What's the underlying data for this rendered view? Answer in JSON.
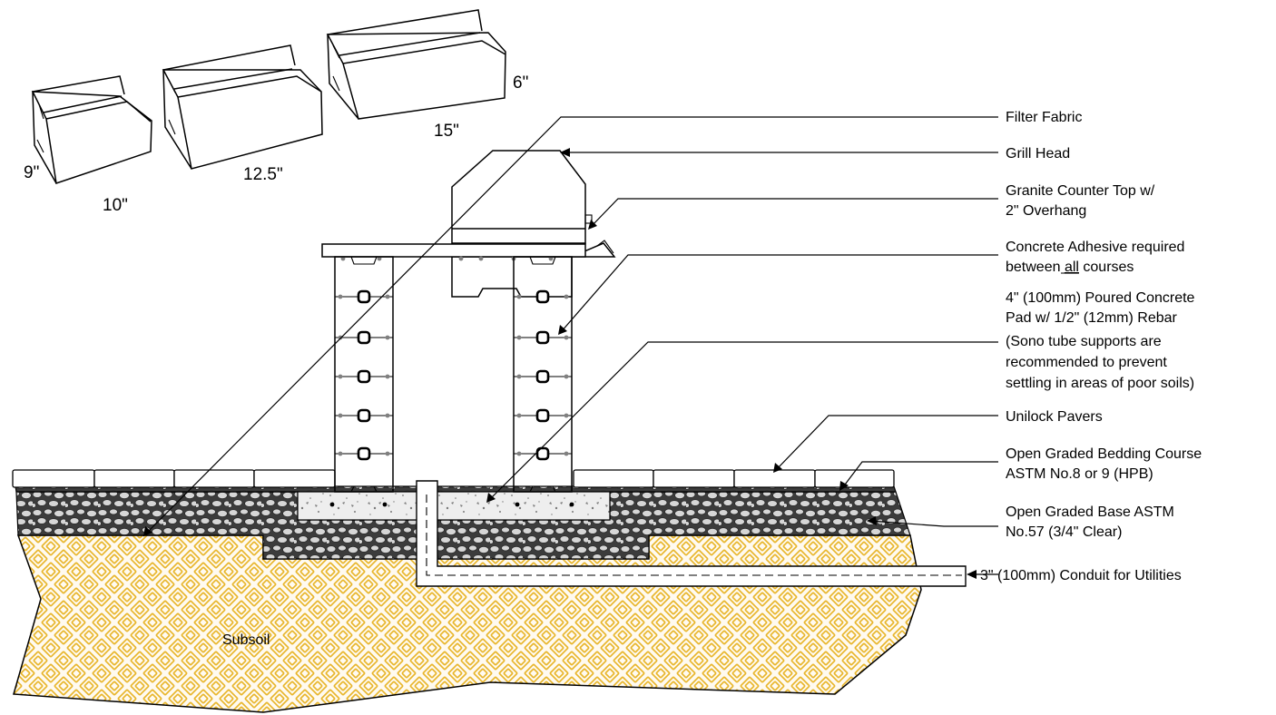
{
  "colors": {
    "subsoil": "#e8b52a",
    "subsoil_bg": "#fffaf0",
    "gravel": "#3c3c3c",
    "stone": "#d6d6d6",
    "concrete": "#e9e9e9",
    "dot": "#808080"
  },
  "blocks": {
    "small": {
      "width_label": "10\"",
      "height_label": "9\""
    },
    "medium": {
      "width_label": "12.5\""
    },
    "large": {
      "width_label": "15\"",
      "height_label": "6\""
    }
  },
  "labels": {
    "filter_fabric": "Filter Fabric",
    "grill_head": "Grill Head",
    "counter_top_1": "Granite Counter Top w/",
    "counter_top_2": "2\" Overhang",
    "adhesive_1": "Concrete Adhesive required",
    "adhesive_2a": "between ",
    "adhesive_2b": "all",
    "adhesive_2c": " courses",
    "pad_1": "4\" (100mm) Poured Concrete",
    "pad_2": "Pad w/ 1/2\" (12mm) Rebar",
    "pad_3": "(Sono tube supports are",
    "pad_4": "recommended to prevent",
    "pad_5": "settling in areas of poor soils)",
    "pavers": "Unilock Pavers",
    "bedding_1": "Open Graded Bedding Course",
    "bedding_2": "ASTM No.8 or 9 (HPB)",
    "base_1": "Open Graded Base ASTM",
    "base_2": "No.57 (3/4\" Clear)",
    "conduit": "3\" (100mm) Conduit for Utilities",
    "subsoil": "Subsoil"
  }
}
